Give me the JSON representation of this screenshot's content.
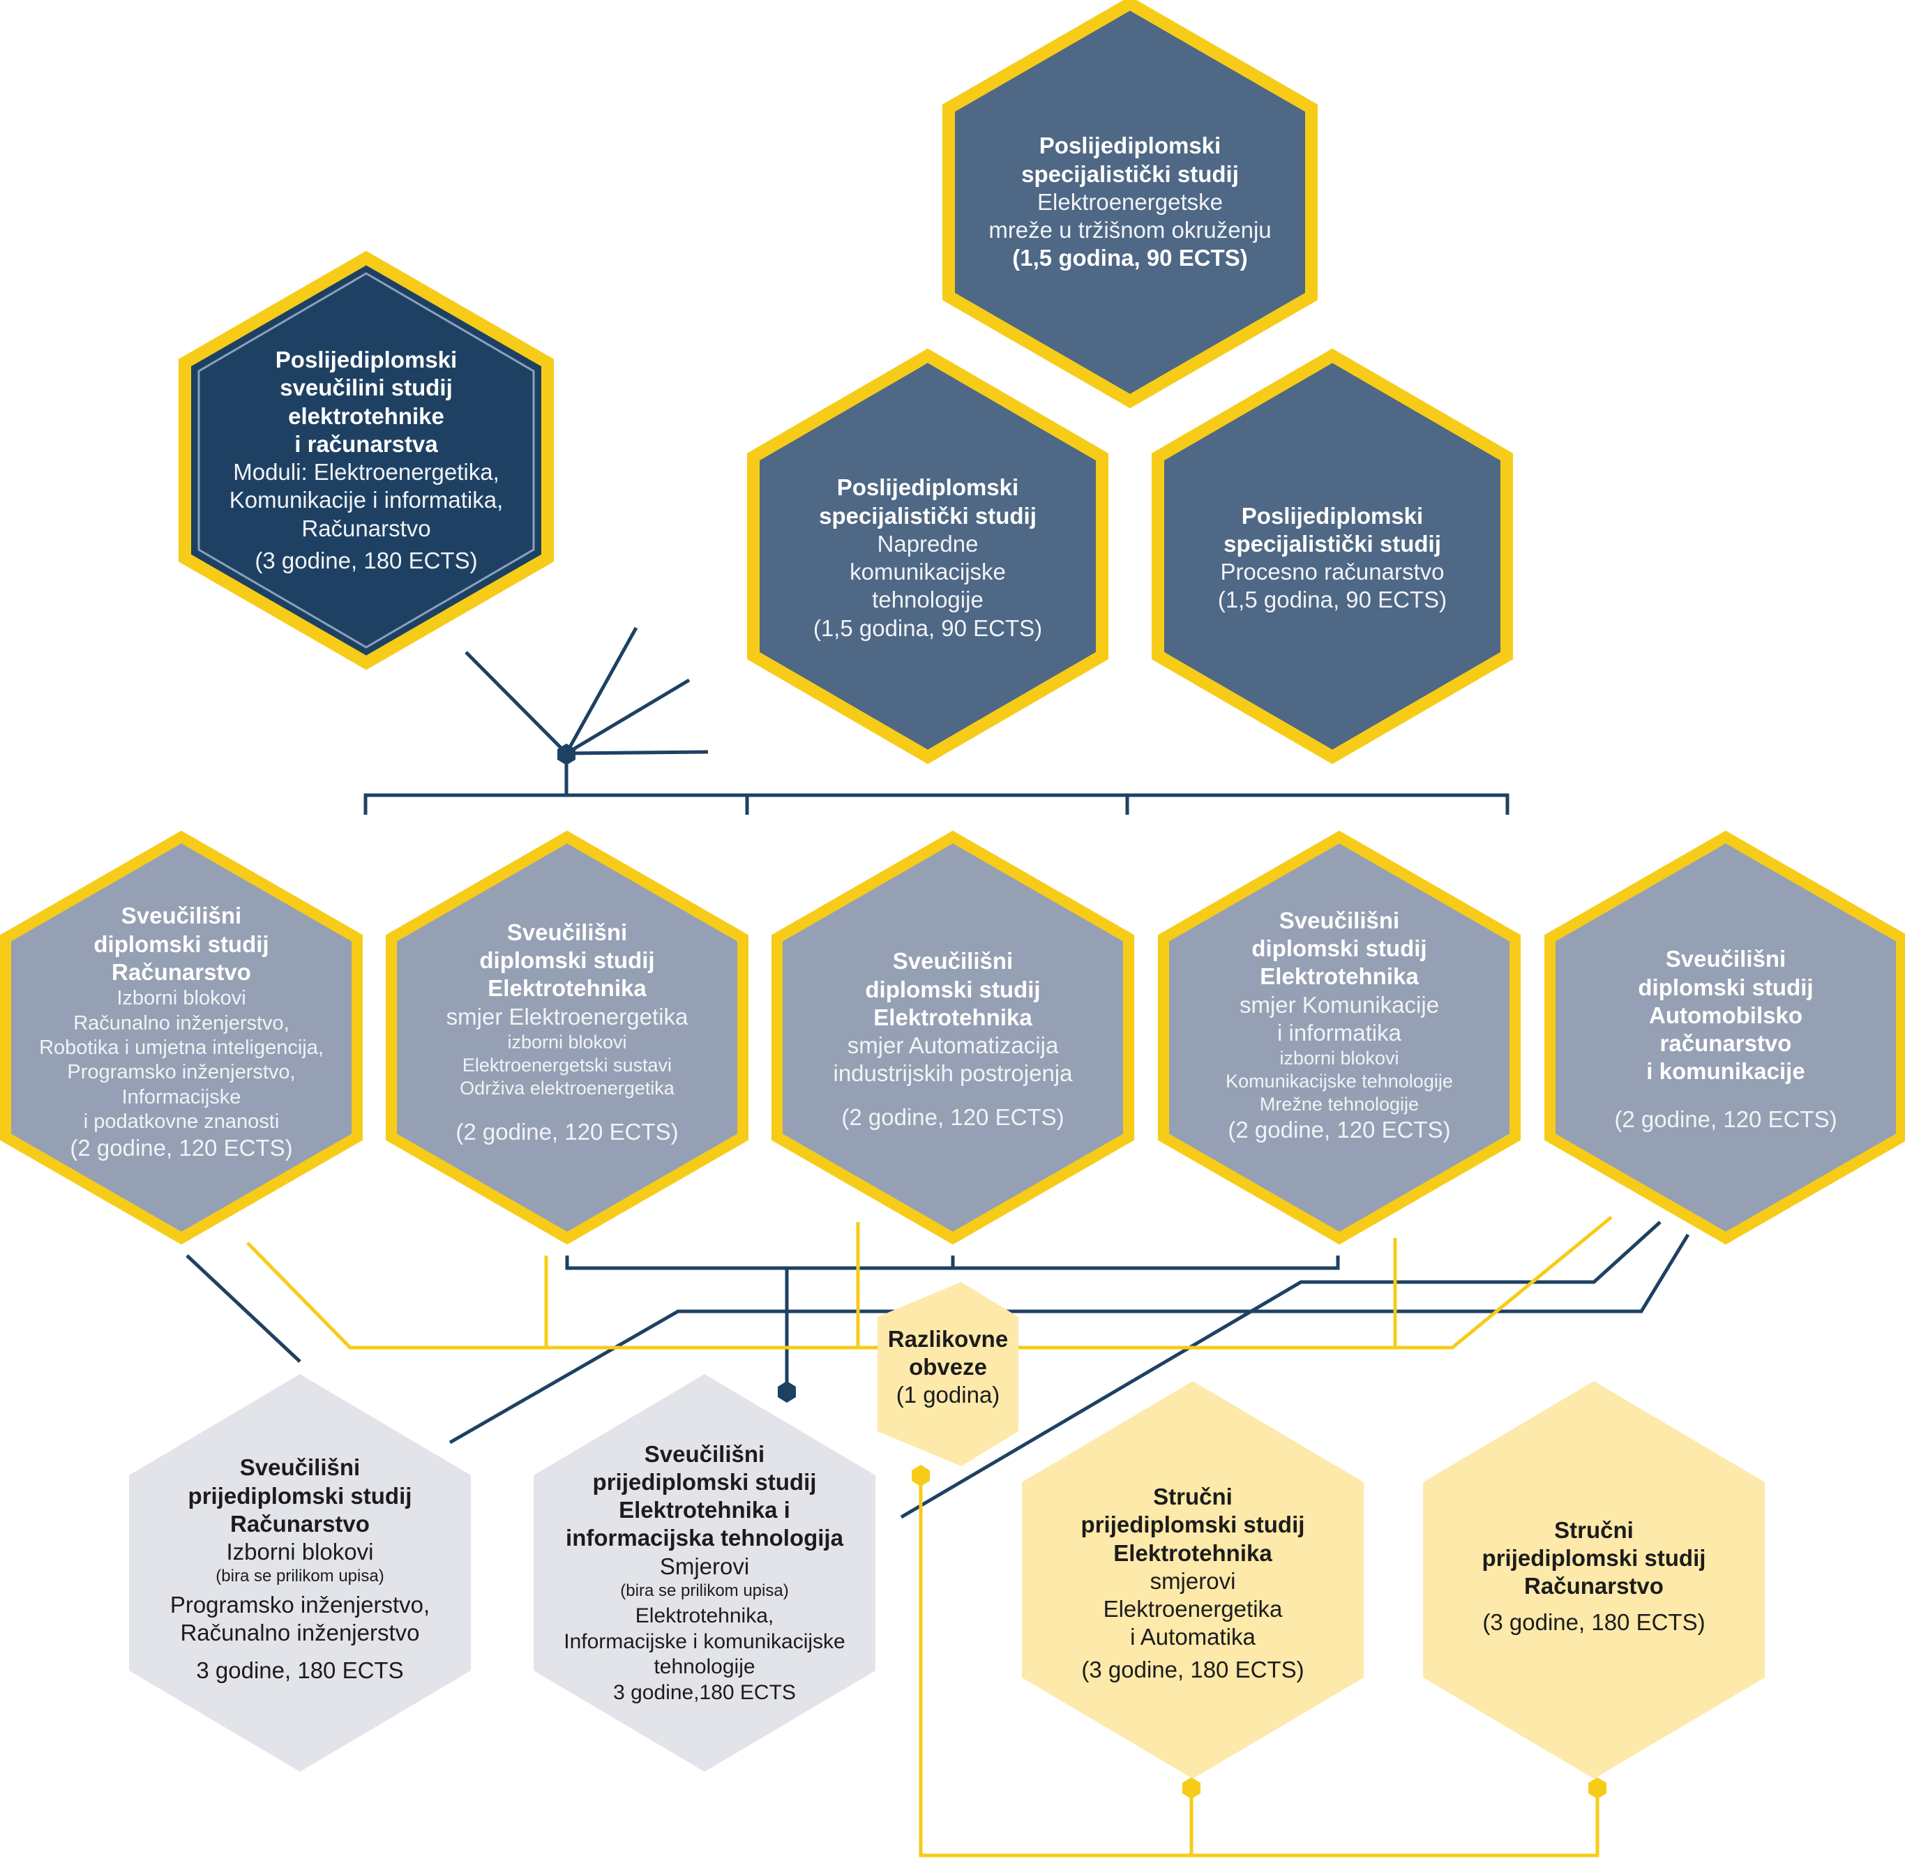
{
  "colors": {
    "yellow": "#f7cc18",
    "navy": "#1e4163",
    "slate": "#4e6885",
    "grey_blue": "#95a0b4",
    "light_grey": "#e2e4ea",
    "pale_yellow": "#fde9a9",
    "line": "#1e4163"
  },
  "postgrad_elektroenergetske": {
    "title": "Poslijediplomski\nspecijalistički studij",
    "desc": "Elektroenergetske\nmreže u tržišnom okruženju",
    "ects": "(1,5 godina, 90 ECTS)"
  },
  "postgrad_doctoral": {
    "title": "Poslijediplomski\nsveučilini studij\nelektrotehnike\ni računarstva",
    "desc": "Moduli: Elektroenergetika,\nKomunikacije i informatika,\nRačunarstvo",
    "ects": "(3 godine, 180 ECTS)"
  },
  "postgrad_komunikacijske": {
    "title": "Poslijediplomski\nspecijalistički studij",
    "desc": "Napredne\nkomunikacijske\ntehnologije",
    "ects": "(1,5 godina, 90 ECTS)"
  },
  "postgrad_procesno": {
    "title": "Poslijediplomski\nspecijalistički studij",
    "desc": "Procesno računarstvo",
    "ects": "(1,5 godina, 90 ECTS)"
  },
  "grad_racunarstvo": {
    "title": "Sveučilišni\ndiplomski studij\nRačunarstvo",
    "desc": "Izborni blokovi\nRačunalno inženjerstvo,\nRobotika i umjetna inteligencija,\nProgramsko inženjerstvo,\nInformacijske\ni podatkovne znanosti",
    "ects": "(2 godine, 120 ECTS)"
  },
  "grad_elektroenergetika": {
    "title": "Sveučilišni\ndiplomski studij\nElektrotehnika",
    "desc": "smjer Elektroenergetika",
    "small": "izborni blokovi\nElektroenergetski sustavi\nOdrživa elektroenergetika",
    "ects": "(2 godine, 120 ECTS)"
  },
  "grad_automatizacija": {
    "title": "Sveučilišni\ndiplomski studij\nElektrotehnika",
    "desc": "smjer Automatizacija\nindustrijskih postrojenja",
    "ects": "(2 godine, 120 ECTS)"
  },
  "grad_komunikacije": {
    "title": "Sveučilišni\ndiplomski studij\nElektrotehnika",
    "desc": "smjer Komunikacije\ni informatika",
    "small": "izborni blokovi\nKomunikacijske tehnologije\nMrežne tehnologije",
    "ects": "(2 godine, 120 ECTS)"
  },
  "grad_automobilsko": {
    "title": "Sveučilišni\ndiplomski studij\nAutomobilsko\nračunarstvo\ni komunikacije",
    "ects": "(2 godine, 120 ECTS)"
  },
  "razlikovne": {
    "title": "Razlikovne\nobveze",
    "desc": "(1 godina)"
  },
  "undergrad_racunarstvo": {
    "title": "Sveučilišni\nprijediplomski studij\nRačunarstvo",
    "desc": "Izborni blokovi",
    "small": "(bira se prilikom upisa)",
    "desc2": "Programsko inženjerstvo,\nRačunalno inženjerstvo",
    "ects": "3 godine, 180 ECTS"
  },
  "undergrad_eit": {
    "title": "Sveučilišni\nprijediplomski studij\nElektrotehnika i\ninformacijska tehnologija",
    "desc": "Smjerovi",
    "small": "(bira se prilikom upisa)",
    "desc2": "Elektrotehnika,\nInformacijske i komunikacijske\ntehnologije",
    "ects": "3 godine,180 ECTS"
  },
  "prof_elektrotehnika": {
    "title": "Stručni\nprijediplomski studij\nElektrotehnika",
    "desc": "smjerovi\nElektroenergetika\ni Automatika",
    "ects": "(3 godine, 180 ECTS)"
  },
  "prof_racunarstvo": {
    "title": "Stručni\nprijediplomski studij\nRačunarstvo",
    "ects": "(3 godine, 180 ECTS)"
  }
}
